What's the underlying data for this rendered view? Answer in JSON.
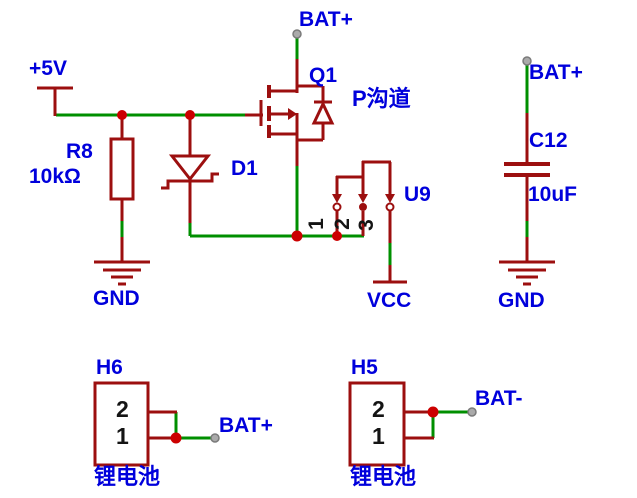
{
  "colors": {
    "wire_green": "#008F00",
    "component_red": "#9C0F0F",
    "junction_red": "#CC0000",
    "label_blue": "#0000DC",
    "pin_number_black": "#141414",
    "pin_gray": "#AAAAAA"
  },
  "labels": {
    "plus5v": "+5V",
    "bat_plus_top": "BAT+",
    "bat_plus_right": "BAT+",
    "bat_plus_h6": "BAT+",
    "bat_minus_h5": "BAT-",
    "vcc": "VCC",
    "gnd_left": "GND",
    "gnd_right": "GND"
  },
  "components": {
    "q1": {
      "designator": "Q1",
      "type_note": "P沟道"
    },
    "r8": {
      "designator": "R8",
      "value": "10kΩ"
    },
    "d1": {
      "designator": "D1"
    },
    "u9": {
      "designator": "U9",
      "pin_numbers": [
        "1",
        "2",
        "3"
      ]
    },
    "c12": {
      "designator": "C12",
      "value": "10uF"
    },
    "h6": {
      "designator": "H6",
      "pin_numbers": [
        "2",
        "1"
      ],
      "caption": "锂电池"
    },
    "h5": {
      "designator": "H5",
      "pin_numbers": [
        "2",
        "1"
      ],
      "caption": "锂电池"
    }
  }
}
